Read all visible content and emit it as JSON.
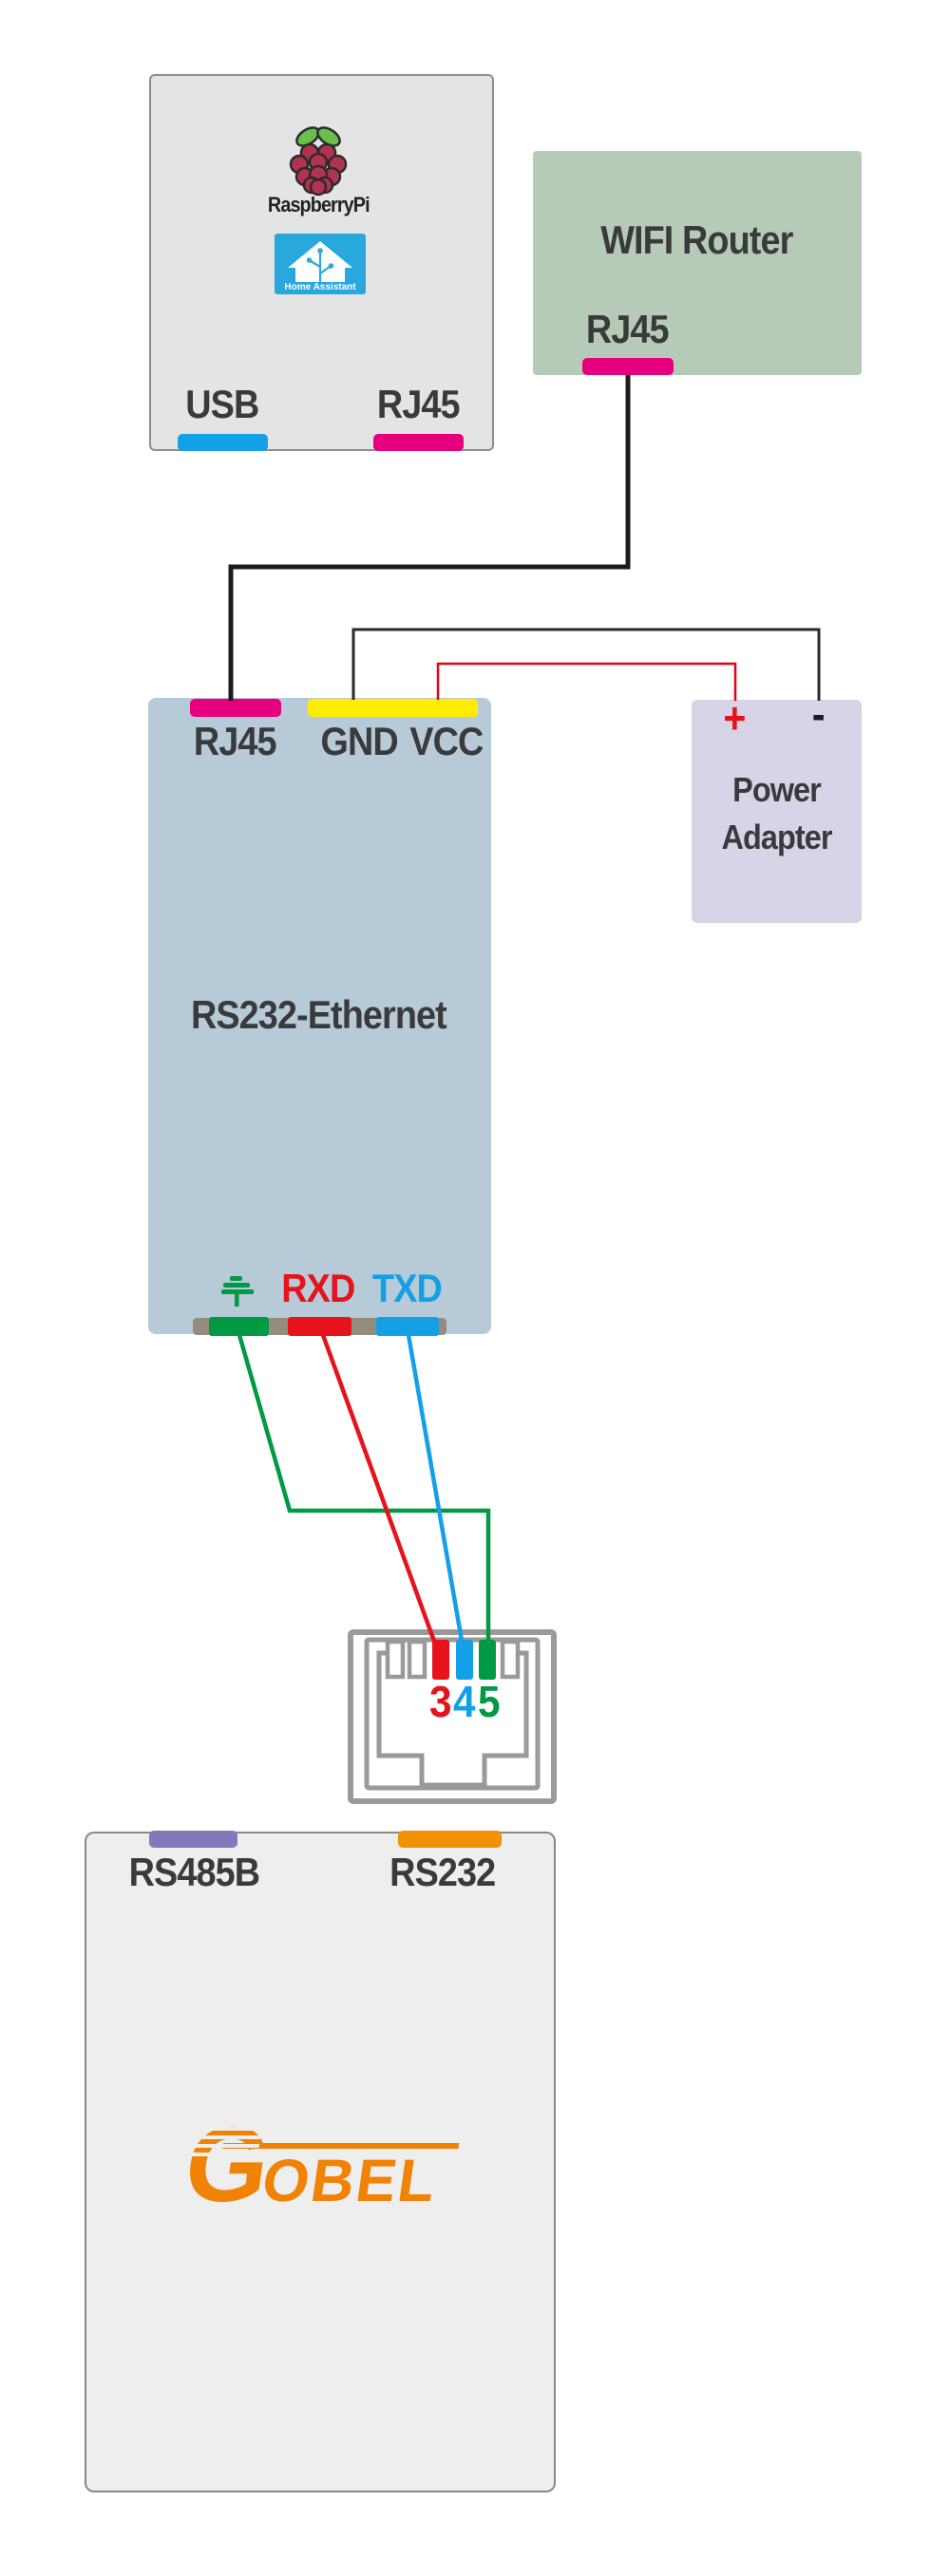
{
  "colors": {
    "magenta_port": "#e6007d",
    "blue_port": "#14a0e6",
    "yellow_port": "#ffed00",
    "green_wire": "#009a44",
    "red_wire": "#e6131c",
    "purple_port": "#8478bc",
    "orange_port": "#f29105",
    "taupe_bar": "#968c7e",
    "wire_black": "#1c1c1c",
    "converter_box": "#b7cad7",
    "router_box": "#b6cab8",
    "power_box": "#d7d4e8",
    "pi_box": "#e4e4e4",
    "gobel_box": "#eeeeee",
    "ha_blue": "#29a8dd",
    "raspberry": "#b23351",
    "leaf_green": "#6abf4b",
    "logo_orange": "#f08305",
    "jack_gray": "#9a9a9a",
    "text": "#3a3a3a"
  },
  "raspberry_pi_box": {
    "logo_text": "RaspberryPi",
    "ha_text": "Home Assistant",
    "usb_label": "USB",
    "rj45_label": "RJ45"
  },
  "wifi_router": {
    "title": "WIFI Router",
    "rj45_label": "RJ45"
  },
  "converter": {
    "title": "RS232-Ethernet",
    "rj45_label": "RJ45",
    "gnd_label": "GND",
    "vcc_label": "VCC",
    "rxd_label": "RXD",
    "txd_label": "TXD"
  },
  "power_adapter": {
    "plus": "+",
    "minus": "-",
    "line1": "Power",
    "line2": "Adapter"
  },
  "rj45_jack": {
    "pin3": "3",
    "pin4": "4",
    "pin5": "5"
  },
  "gobel_device": {
    "logo_g": "G",
    "logo_rest": "OBEL",
    "rs485b_label": "RS485B",
    "rs232_label": "RS232"
  }
}
